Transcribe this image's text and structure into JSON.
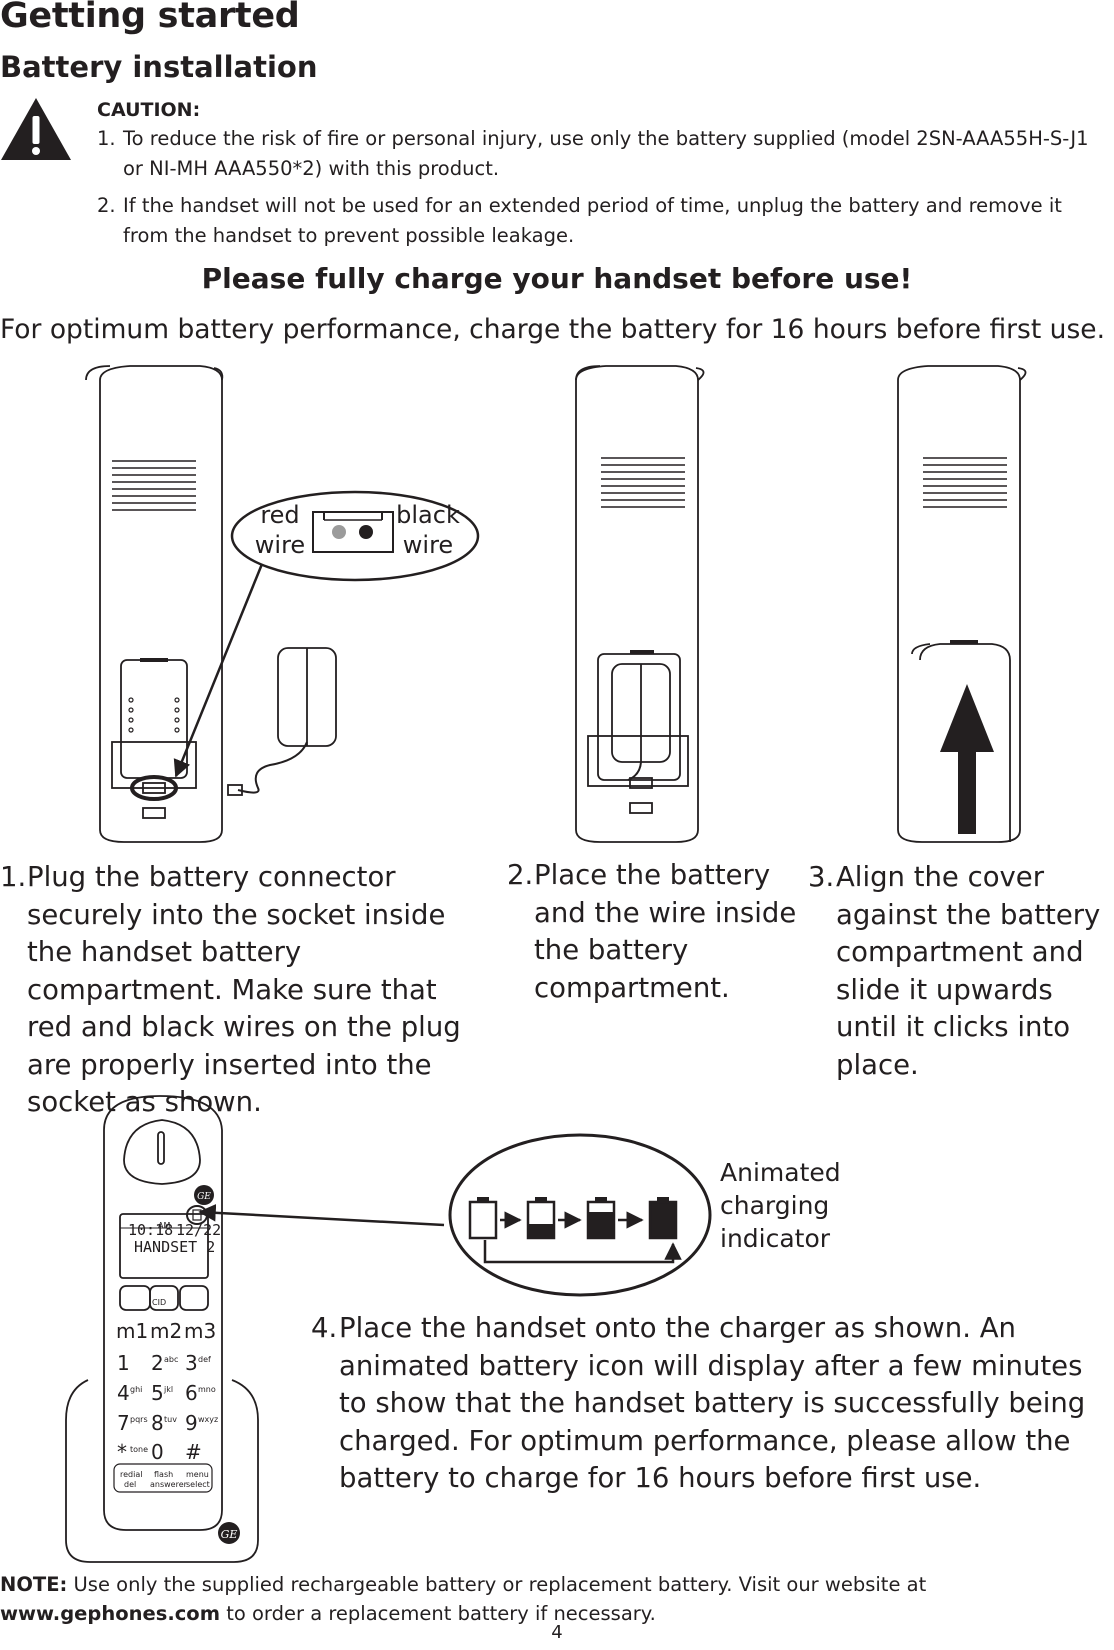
{
  "header": {
    "title": "Getting started",
    "subtitle": "Battery installation"
  },
  "caution": {
    "label": "CAUTION:",
    "items": [
      {
        "num": "1.",
        "text": "To reduce the risk of fire or personal injury, use only the battery supplied (model 2SN-AAA55H-S-J1 or NI-MH AAA550*2) with this product."
      },
      {
        "num": "2.",
        "text": "If the handset will not be used for an extended period of time, unplug the battery and remove it from the handset to prevent possible leakage."
      }
    ]
  },
  "emphasis": "Please fully charge your handset before use!",
  "intro": "For optimum battery performance, charge the battery for 16 hours before first use.",
  "figure_labels": {
    "red_wire": "red wire",
    "black_wire": "black wire",
    "animated_indicator": "Animated charging indicator"
  },
  "handset_display": {
    "time": "10:18",
    "ampm": "AM",
    "date": "12/22",
    "name": "HANDSET 2"
  },
  "keypad": {
    "memory": [
      "m1",
      "m2",
      "m3"
    ],
    "digits": [
      {
        "key": "1",
        "sub": ""
      },
      {
        "key": "2",
        "sub": "abc"
      },
      {
        "key": "3",
        "sub": "def"
      },
      {
        "key": "4",
        "sub": "ghi"
      },
      {
        "key": "5",
        "sub": "jkl"
      },
      {
        "key": "6",
        "sub": "mno"
      },
      {
        "key": "7",
        "sub": "pqrs"
      },
      {
        "key": "8",
        "sub": "tuv"
      },
      {
        "key": "9",
        "sub": "wxyz"
      },
      {
        "key": "*",
        "sub": "tone"
      },
      {
        "key": "0",
        "sub": ""
      },
      {
        "key": "#",
        "sub": ""
      }
    ],
    "function_keys": {
      "cid": "CID",
      "redial": "redial",
      "redial_sub": "del",
      "flash": "flash",
      "flash_sub": "answerer",
      "menu": "menu",
      "menu_sub": "select"
    }
  },
  "steps": [
    {
      "num": "1.",
      "text": "Plug the battery connector securely into the socket inside the handset battery compartment. Make sure that red and black wires on the plug are properly inserted into the socket as shown."
    },
    {
      "num": "2.",
      "text": "Place the battery and the wire inside the battery compartment."
    },
    {
      "num": "3.",
      "text": "Align the cover against the battery compartment and slide it upwards until it clicks into place."
    },
    {
      "num": "4.",
      "text": "Place the handset onto the charger as shown. An animated battery icon will display after a few minutes to show that the handset battery is successfully being charged. For optimum performance, please allow the battery to charge for 16 hours before first use."
    }
  ],
  "note": {
    "label": "NOTE:",
    "text_before": " Use only the supplied rechargeable battery or replacement battery. Visit our website at",
    "website": "www.gephones.com",
    "text_after": " to order a replacement battery if necessary."
  },
  "page_number": "4",
  "icons": {
    "warning": "warning-triangle-icon",
    "arrow_up": "arrow-up-icon",
    "battery_levels": [
      "battery-empty-icon",
      "battery-low-icon",
      "battery-high-icon",
      "battery-full-icon"
    ]
  }
}
